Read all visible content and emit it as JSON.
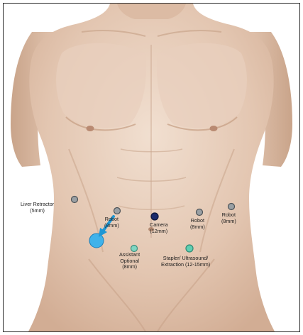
{
  "diagram": {
    "ports": [
      {
        "id": "liver-retractor",
        "lines": [
          "Liver Retractor",
          "(5mm)"
        ],
        "color": "#9aa0a4",
        "stroke": "#4c5257"
      },
      {
        "id": "robot-left",
        "lines": [
          "Robot",
          "(8mm)"
        ],
        "color": "#9aa0a4",
        "stroke": "#4c5257"
      },
      {
        "id": "camera",
        "lines": [
          "Camera",
          "(12mm)"
        ],
        "color": "#1a2a6b",
        "stroke": "#0c1538"
      },
      {
        "id": "robot-center",
        "lines": [
          "Robot",
          "(8mm)"
        ],
        "color": "#9aa0a4",
        "stroke": "#4c5257"
      },
      {
        "id": "robot-right",
        "lines": [
          "Robot",
          "(8mm)"
        ],
        "color": "#9aa0a4",
        "stroke": "#4c5257"
      },
      {
        "id": "assistant",
        "lines": [
          "Assistant",
          "Optional",
          "(8mm)"
        ],
        "color": "#7fd6c2",
        "stroke": "#3f8f7f"
      },
      {
        "id": "stapler",
        "lines": [
          "Stapler/ Ultrasound/",
          "Extraction  (12-15mm)"
        ],
        "color": "#5fcfb2",
        "stroke": "#2f8a74"
      }
    ],
    "colors": {
      "skin_light": "#ecd7c6",
      "skin_mid": "#dcbca4",
      "skin_shadow": "#c69e84",
      "arrow": "#1f97d4",
      "large_port": "#3fb2ea"
    }
  }
}
